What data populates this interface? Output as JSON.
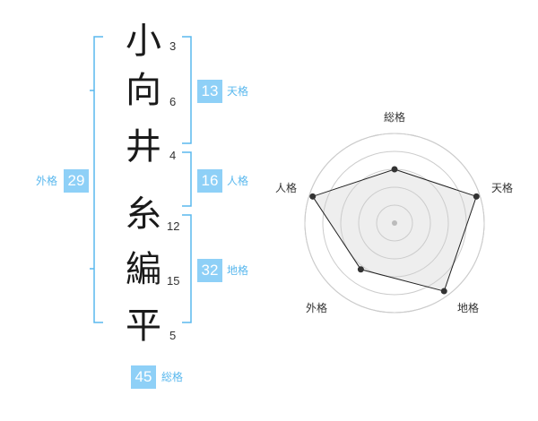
{
  "name": {
    "chars": [
      {
        "char": "小",
        "strokes": "3"
      },
      {
        "char": "向",
        "strokes": "6"
      },
      {
        "char": "井",
        "strokes": "4"
      },
      {
        "char": "糸",
        "strokes": "12"
      },
      {
        "char": "編",
        "strokes": "15"
      },
      {
        "char": "平",
        "strokes": "5"
      }
    ]
  },
  "kakusu": {
    "tenkaku": {
      "value": "13",
      "label": "天格"
    },
    "jinkaku": {
      "value": "16",
      "label": "人格"
    },
    "chikaku": {
      "value": "32",
      "label": "地格"
    },
    "gaikaku": {
      "value": "29",
      "label": "外格"
    },
    "soukaku": {
      "value": "45",
      "label": "総格"
    }
  },
  "chart_data": {
    "type": "radar",
    "axes": [
      "総格",
      "天格",
      "地格",
      "外格",
      "人格"
    ],
    "values": [
      0.6,
      0.96,
      0.94,
      0.64,
      0.96
    ],
    "rings": 5,
    "colors": {
      "fill": "#eeeeee",
      "ring": "#cccccc",
      "line": "#222222",
      "point": "#333333",
      "center": "#bbbbbb",
      "bracket": "#5ab8ee"
    }
  }
}
